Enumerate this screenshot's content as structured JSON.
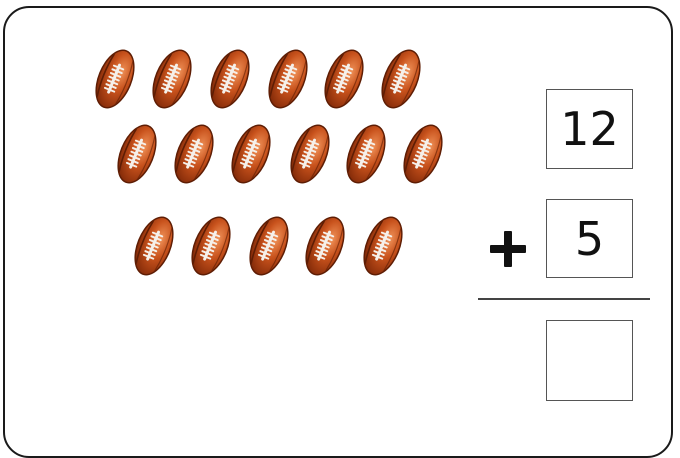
{
  "problem": {
    "addend_top": "12",
    "operator": "+",
    "addend_bottom": "5",
    "answer": ""
  },
  "objects": {
    "icon": "american-football-icon",
    "row_counts": [
      6,
      6,
      5
    ]
  },
  "colors": {
    "ball_dark": "#8a2c08",
    "ball_main": "#c8521c",
    "ball_highlight": "#f0935a",
    "laces": "#f5f0ea",
    "border": "#1a1a1a"
  }
}
